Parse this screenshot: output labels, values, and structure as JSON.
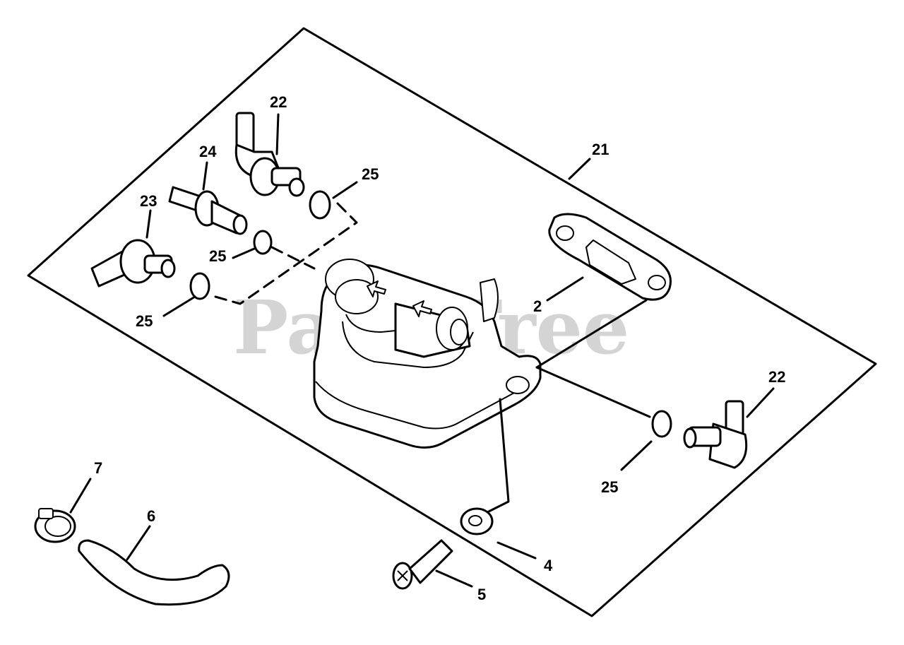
{
  "watermark": "PartsTree",
  "callouts": {
    "c22_top": "22",
    "c24": "24",
    "c23": "23",
    "c25_a": "25",
    "c25_b": "25",
    "c25_c": "25",
    "c25_d": "25",
    "c21": "21",
    "c2": "2",
    "c22_right": "22",
    "c7": "7",
    "c6": "6",
    "c4": "4",
    "c5": "5"
  }
}
